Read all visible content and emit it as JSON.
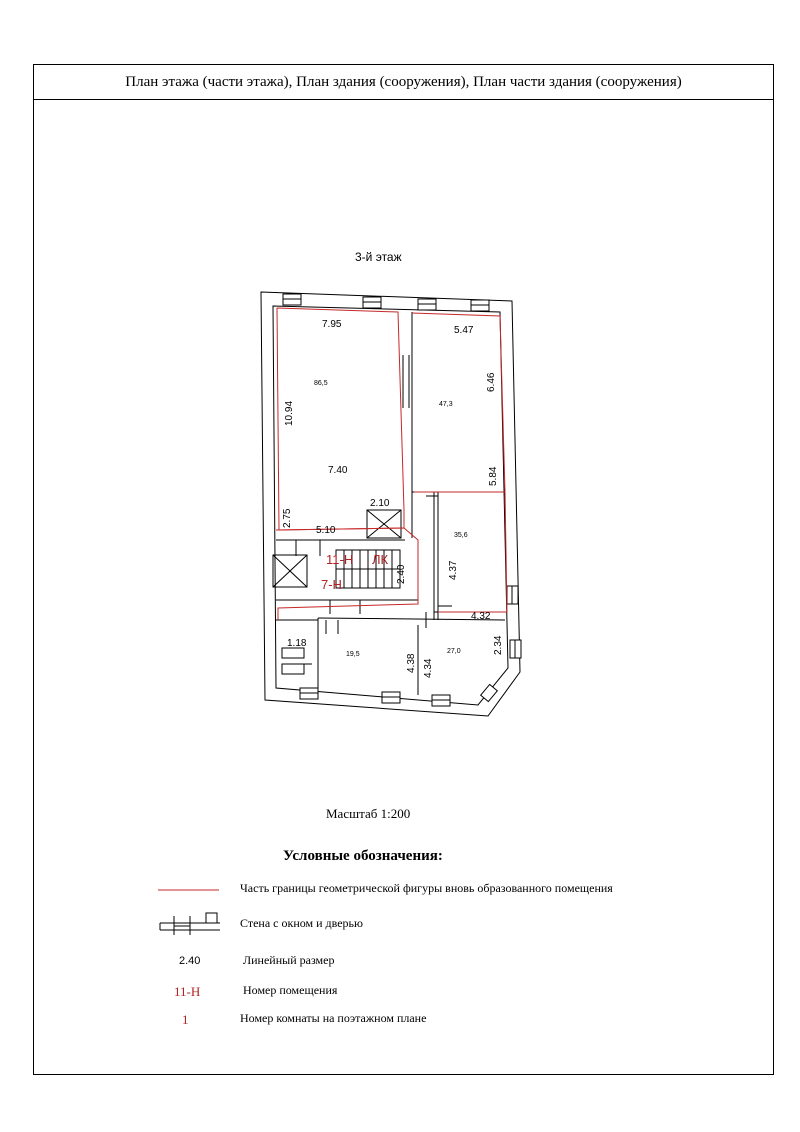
{
  "header": {
    "title": "План этажа (части этажа), План здания (сооружения), План части здания (сооружения)"
  },
  "floor": {
    "label": "3-й этаж"
  },
  "dimensions": {
    "d795": "7.95",
    "d1094": "10.94",
    "d740": "7.40",
    "d210": "2.10",
    "d275": "2.75",
    "d510": "5.10",
    "d240": "2.40",
    "d547": "5.47",
    "d646": "6.46",
    "d584": "5.84",
    "d437": "4.37",
    "d432": "4.32",
    "d118": "1.18",
    "d438": "4.38",
    "d434": "4.34",
    "d234": "2.34"
  },
  "areas": {
    "a865": "86,5",
    "a473": "47,3",
    "a356": "35,6",
    "a195": "19,5",
    "a270": "27,0"
  },
  "room_marks": {
    "premise": "11-Н",
    "room": "7-Н",
    "extra": "ЛК"
  },
  "scale": {
    "text": "Масштаб  1:200"
  },
  "legend": {
    "title": "Условные обозначения:",
    "red_line_text": "Часть границы геометрической фигуры вновь образованного помещения",
    "wall_text": "Стена с окном и дверью",
    "dim_sample": "2.40",
    "dim_text": "Линейный размер",
    "premise_sample": "11-Н",
    "premise_text": "Номер помещения",
    "room_sample": "1",
    "room_text": "Номер комнаты на поэтажном плане"
  },
  "colors": {
    "red_line": "#c62828",
    "walls": "#000000"
  }
}
